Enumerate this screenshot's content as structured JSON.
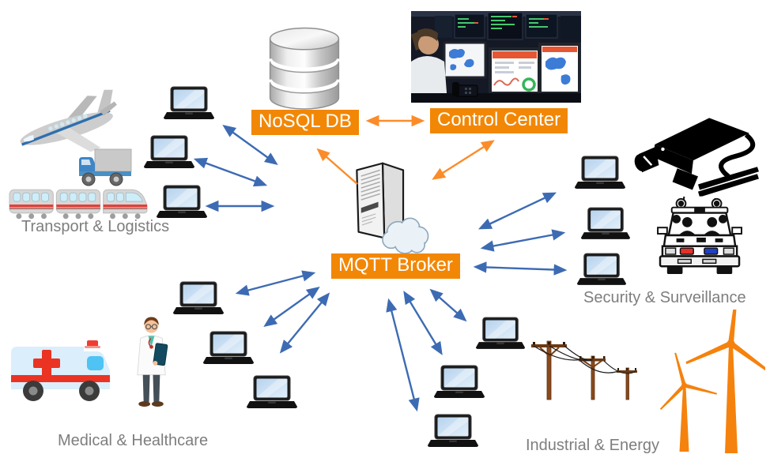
{
  "colors": {
    "label_background_orange": "#f28705",
    "label_text": "#ffffff",
    "arrow_orange": "#fb8c29",
    "arrow_blue": "#3d6bb3",
    "section_text_gray": "#7e7e7e",
    "wind_turbine_orange": "#f5820d"
  },
  "nodes": {
    "nosql_db": {
      "label": "NoSQL DB",
      "icon": "database-icon"
    },
    "control_center": {
      "label": "Control Center",
      "icon": "control-room-photo"
    },
    "mqtt_broker": {
      "label": "MQTT Broker",
      "icon": "server-icon"
    }
  },
  "sections": {
    "transport": {
      "label": "Transport & Logistics",
      "icons": [
        "airplane-icon",
        "truck-icon",
        "train-icon"
      ],
      "laptop_count": 3
    },
    "security": {
      "label": "Security & Surveillance",
      "icons": [
        "cctv-camera-icon",
        "police-car-icon"
      ],
      "laptop_count": 3
    },
    "medical": {
      "label": "Medical & Healthcare",
      "icons": [
        "ambulance-icon",
        "doctor-icon"
      ],
      "laptop_count": 3
    },
    "industrial": {
      "label": "Industrial & Energy",
      "icons": [
        "power-lines-icon",
        "wind-turbine-icon"
      ],
      "laptop_count": 3
    }
  },
  "connections": {
    "orange_bidirectional": [
      "nosql_db <-> control_center",
      "mqtt_broker <-> control_center"
    ],
    "orange_unidirectional": [
      "mqtt_broker -> nosql_db"
    ],
    "blue_bidirectional": "mqtt_broker <-> each of the 12 client laptops"
  }
}
